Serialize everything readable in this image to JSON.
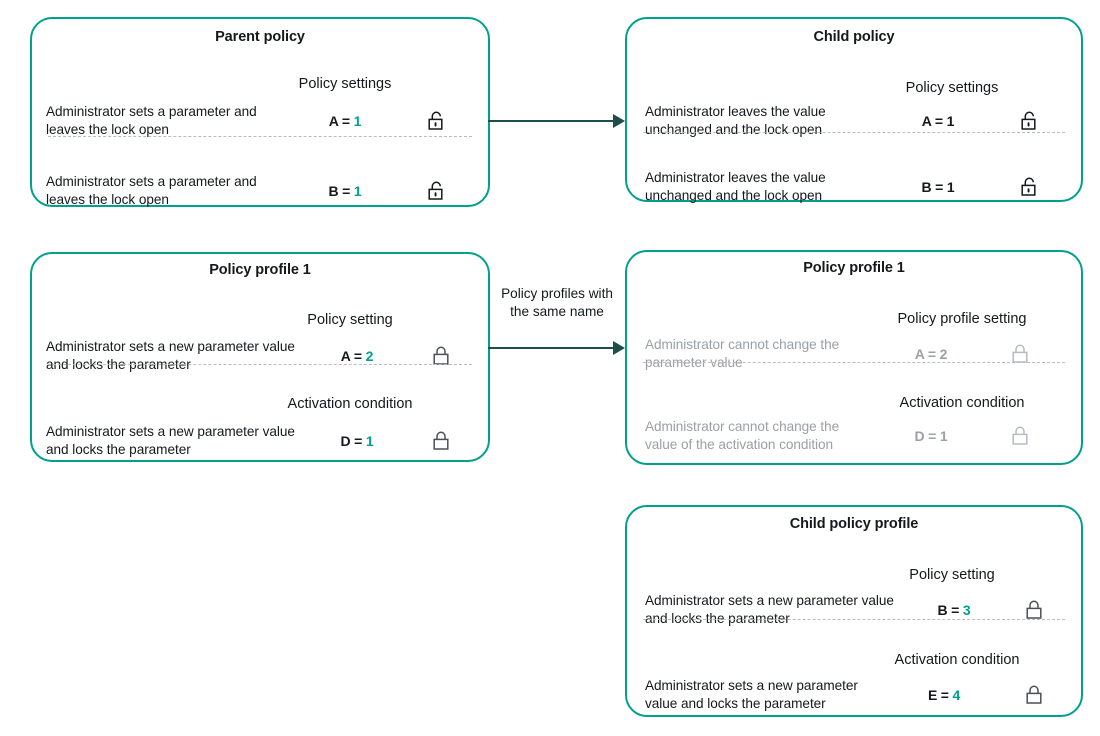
{
  "theme": {
    "border_color": "#00a18c",
    "accent_value_color": "#00a18c",
    "text_color": "#15181c",
    "dim_color": "#9aa0a6",
    "arrow_color": "#1d4e4a",
    "separator_color": "#b9bcc0"
  },
  "cards": {
    "parent_policy": {
      "title": "Parent policy",
      "groups": [
        {
          "heading": "Policy settings",
          "rows": [
            {
              "description": "Administrator sets a parameter and leaves the lock open",
              "param": "A",
              "equals": "=",
              "value": "1",
              "lock": "unlocked-icon",
              "dimmed": false
            }
          ]
        },
        {
          "heading": "",
          "rows": [
            {
              "description": "Administrator sets a parameter and  leaves the lock open",
              "param": "B",
              "equals": "=",
              "value": "1",
              "lock": "unlocked-icon",
              "dimmed": false
            }
          ]
        }
      ]
    },
    "child_policy": {
      "title": "Child policy",
      "groups": [
        {
          "heading": "Policy settings",
          "rows": [
            {
              "description": "Administrator leaves the value unchanged and the lock open",
              "param": "A",
              "equals": "=",
              "value": "1",
              "value_accent": false,
              "lock": "unlocked-icon",
              "dimmed": false
            }
          ]
        },
        {
          "heading": "",
          "rows": [
            {
              "description": "Administrator leaves the value unchanged and the lock open",
              "param": "B",
              "equals": "=",
              "value": "1",
              "value_accent": false,
              "lock": "unlocked-icon",
              "dimmed": false
            }
          ]
        }
      ]
    },
    "policy_profile_left": {
      "title": "Policy profile 1",
      "groups": [
        {
          "heading": "Policy setting",
          "rows": [
            {
              "description": "Administrator sets a new parameter value and locks the parameter",
              "param": "A",
              "equals": "=",
              "value": "2",
              "lock": "locked-icon",
              "dimmed": false
            }
          ]
        },
        {
          "heading": "Activation condition",
          "rows": [
            {
              "description": "Administrator sets a new parameter value and locks the parameter",
              "param": "D",
              "equals": "=",
              "value": "1",
              "lock": "locked-icon",
              "dimmed": false
            }
          ]
        }
      ]
    },
    "policy_profile_right": {
      "title": "Policy profile 1",
      "groups": [
        {
          "heading": "Policy profile setting",
          "rows": [
            {
              "description": "Administrator cannot change the parameter value",
              "param": "A",
              "equals": "=",
              "value": "2",
              "lock": "locked-icon",
              "dimmed": true
            }
          ]
        },
        {
          "heading": "Activation condition",
          "rows": [
            {
              "description": "Administrator cannot change the value of the activation condition",
              "param": "D",
              "equals": "=",
              "value": "1",
              "lock": "locked-icon",
              "dimmed": true
            }
          ]
        }
      ]
    },
    "child_policy_profile": {
      "title": "Child policy profile",
      "groups": [
        {
          "heading": "Policy setting",
          "rows": [
            {
              "description": "Administrator sets a new parameter  value and locks the parameter",
              "param": "B",
              "equals": "=",
              "value": "3",
              "lock": "locked-icon",
              "dimmed": false
            }
          ]
        },
        {
          "heading": "Activation condition",
          "rows": [
            {
              "description": "Administrator sets a new parameter value and locks the parameter",
              "param": "E",
              "equals": "=",
              "value": "4",
              "lock": "locked-icon",
              "dimmed": false
            }
          ]
        }
      ]
    }
  },
  "connectors": {
    "top_arrow": {
      "label": ""
    },
    "middle_arrow": {
      "label": "Policy profiles with the same name"
    }
  }
}
